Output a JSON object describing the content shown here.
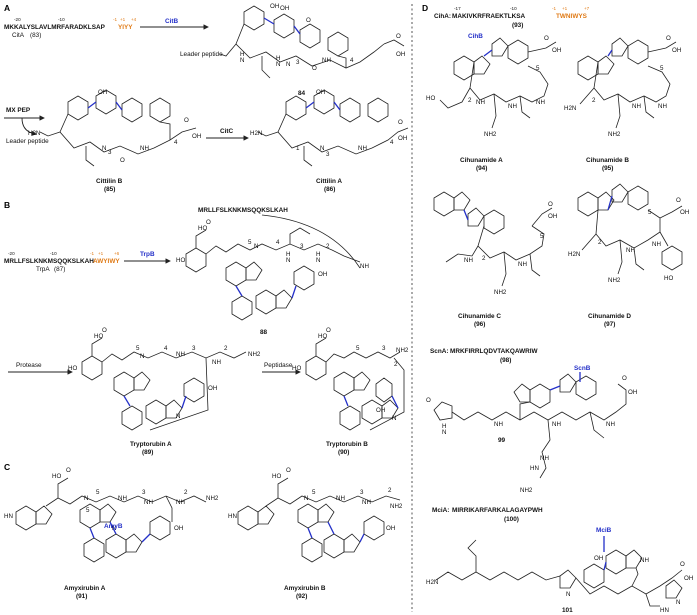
{
  "panels": {
    "A": {
      "label": "A",
      "seq_numbers": [
        "-20",
        "-10",
        "-1",
        "+1",
        "+4"
      ],
      "leader_seq": "MKKALYSLAVLMRFARADKLSAP",
      "core_seq": "YIYY",
      "precursor": "CitA",
      "precursor_num": "(83)",
      "enzyme1": "CitB",
      "leader_label": "Leader peptide",
      "cpd84": "84",
      "cond": "MX PEP",
      "leader_release": "Leader peptide",
      "enzyme2": "CitC",
      "cpdB_name": "Cittilin B",
      "cpdB_num": "(85)",
      "cpdA_name": "Cittilin A",
      "cpdA_num": "(86)"
    },
    "B": {
      "label": "B",
      "top_seq": "MRLLFSLKNKMSQQKSLKAH",
      "seq_numbers": [
        "-20",
        "-10",
        "-1",
        "+1",
        "+6"
      ],
      "leader_seq": "MRLLFSLKNKMSQQKSLKAH",
      "core_seq": "AWYIWY",
      "precursor": "TrpA",
      "precursor_num": "(87)",
      "enzyme": "TrpB",
      "cpd88": "88",
      "cond1": "Protease",
      "cond2": "Peptidase",
      "cpdA_name": "Tryptorubin A",
      "cpdA_num": "(89)",
      "cpdB_name": "Tryptorubin B",
      "cpdB_num": "(90)"
    },
    "C": {
      "label": "C",
      "enzyme": "AmyB",
      "cpdA_name": "Amyxirubin A",
      "cpdA_num": "(91)",
      "cpdB_name": "Amyxirubin B",
      "cpdB_num": "(92)"
    },
    "D": {
      "label": "D",
      "seq_numbers": [
        "-17",
        "-10",
        "-1",
        "+1",
        "+7"
      ],
      "precursor1": "CihA:",
      "leader1": "MAKIVKRFRAEKTLKSA",
      "core1": "TWNIWYS",
      "num1": "(93)",
      "enzyme1": "CihB",
      "cpd94_name": "Cihunamide A",
      "cpd94_num": "(94)",
      "cpd95_name": "Cihunamide B",
      "cpd95_num": "(95)",
      "cpd96_name": "Cihunamide C",
      "cpd96_num": "(96)",
      "cpd97_name": "Cihunamide D",
      "cpd97_num": "(97)",
      "precursor2": "ScnA:",
      "seq2": "MRKFIRRLQDVTAKQAWRIW",
      "num2": "(98)",
      "enzyme2": "ScnB",
      "cpd99": "99",
      "precursor3": "MciA:",
      "seq3": "MIRRIKARFARKALAGAYPWH",
      "num3": "(100)",
      "enzyme3": "MciB",
      "cpd101": "101"
    }
  },
  "atoms": {
    "N": "N",
    "NH": "NH",
    "H": "H",
    "O": "O",
    "OH": "OH",
    "HO": "HO",
    "H2N": "H2N",
    "NH2": "NH2",
    "HN": "HN"
  },
  "colors": {
    "accent_blue": "#2430c8",
    "core_orange": "#e07b17",
    "ink": "#111111"
  }
}
